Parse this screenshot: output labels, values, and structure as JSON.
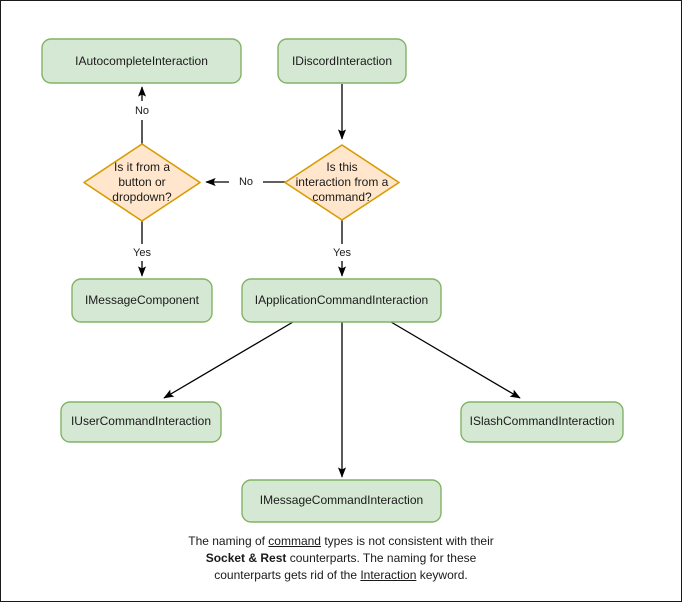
{
  "diagram": {
    "title": "Discord interaction type decision flowchart",
    "colors": {
      "process_fill": "#d5e8d4",
      "process_stroke": "#82b366",
      "decision_fill": "#ffe6cc",
      "decision_stroke": "#d79b00",
      "edge": "#000000",
      "text": "#1a1a1a",
      "background": "#ffffff",
      "frame": "#1a1a1a"
    },
    "nodes": [
      {
        "id": "autocomplete",
        "type": "process",
        "label": "IAutocompleteInteraction"
      },
      {
        "id": "discord",
        "type": "process",
        "label": "IDiscordInteraction"
      },
      {
        "id": "button_dropdown",
        "type": "decision",
        "label": "Is it from a button or dropdown?",
        "lines": [
          "Is it from a",
          "button or",
          "dropdown?"
        ]
      },
      {
        "id": "from_command",
        "type": "decision",
        "label": "Is this interaction from a command?",
        "lines": [
          "Is this",
          "interaction from a",
          "command?"
        ]
      },
      {
        "id": "message_component",
        "type": "process",
        "label": "IMessageComponent"
      },
      {
        "id": "application_command",
        "type": "process",
        "label": "IApplicationCommandInteraction"
      },
      {
        "id": "user_command",
        "type": "process",
        "label": "IUserCommandInteraction"
      },
      {
        "id": "slash_command",
        "type": "process",
        "label": "ISlashCommandInteraction"
      },
      {
        "id": "message_command",
        "type": "process",
        "label": "IMessageCommandInteraction"
      }
    ],
    "edges": [
      {
        "id": "discord-to-from_command",
        "from": "discord",
        "to": "from_command",
        "label": ""
      },
      {
        "id": "from_command-no-button_dropdown",
        "from": "from_command",
        "to": "button_dropdown",
        "label": "No"
      },
      {
        "id": "button_dropdown-no-autocomplete",
        "from": "button_dropdown",
        "to": "autocomplete",
        "label": "No"
      },
      {
        "id": "button_dropdown-yes-message_component",
        "from": "button_dropdown",
        "to": "message_component",
        "label": "Yes"
      },
      {
        "id": "from_command-yes-application_command",
        "from": "from_command",
        "to": "application_command",
        "label": "Yes"
      },
      {
        "id": "application_command-to-user_command",
        "from": "application_command",
        "to": "user_command",
        "label": ""
      },
      {
        "id": "application_command-to-message_command",
        "from": "application_command",
        "to": "message_command",
        "label": ""
      },
      {
        "id": "application_command-to-slash_command",
        "from": "application_command",
        "to": "slash_command",
        "label": ""
      }
    ],
    "caption": {
      "line1_a": "The naming of ",
      "line1_u": "command",
      "line1_b": " types is not consistent with their",
      "line2_b": "Socket & Rest",
      "line2_a": " counterparts. The naming for these",
      "line3_a": "counterparts gets rid of the ",
      "line3_u": "Interaction",
      "line3_b": " keyword."
    }
  }
}
